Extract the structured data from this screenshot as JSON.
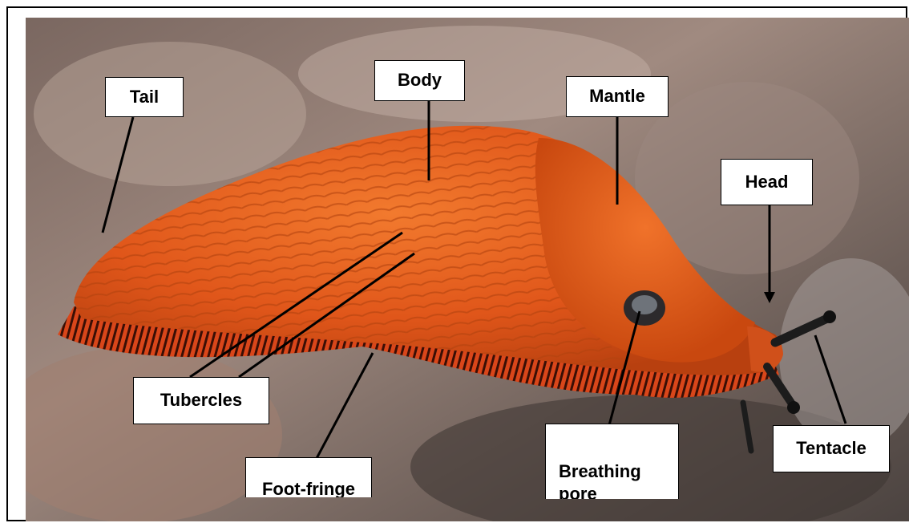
{
  "labels": {
    "tail": "Tail",
    "body": "Body",
    "mantle": "Mantle",
    "head": "Head",
    "tubercles": "Tubercles",
    "foot_fringe": "Foot-fringe",
    "breathing_pore": "Breathing\npore",
    "tentacle": "Tentacle"
  },
  "colors": {
    "slug_body": "#e8591a",
    "slug_dark": "#b83c0c",
    "slug_fringe": "#c2300d",
    "background_leaves": "#8a6f62",
    "leader_line": "#000000"
  }
}
